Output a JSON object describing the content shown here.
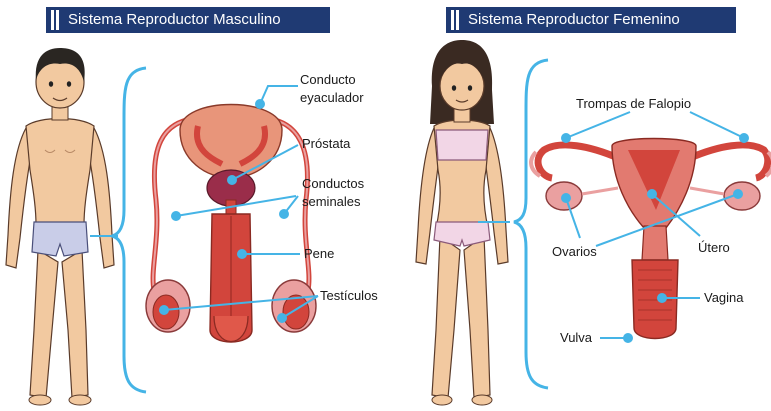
{
  "male": {
    "title": "Sistema Reproductor Masculino",
    "labels": {
      "conducto_eyaculador_1": "Conducto",
      "conducto_eyaculador_2": "eyaculador",
      "prostata": "Próstata",
      "conductos_seminales_1": "Conductos",
      "conductos_seminales_2": "seminales",
      "pene": "Pene",
      "testiculos": "Testículos"
    }
  },
  "female": {
    "title": "Sistema Reproductor Femenino",
    "labels": {
      "trompas": "Trompas de Falopio",
      "ovarios": "Ovarios",
      "utero": "Útero",
      "vagina": "Vagina",
      "vulva": "Vulva"
    }
  },
  "colors": {
    "header_bg": "#1f3a73",
    "leader_line": "#45b4e6",
    "bracket": "#45b4e6",
    "skin": "#f2c9a0",
    "organ_red": "#d2453c",
    "organ_pink": "#eaa0a0"
  }
}
